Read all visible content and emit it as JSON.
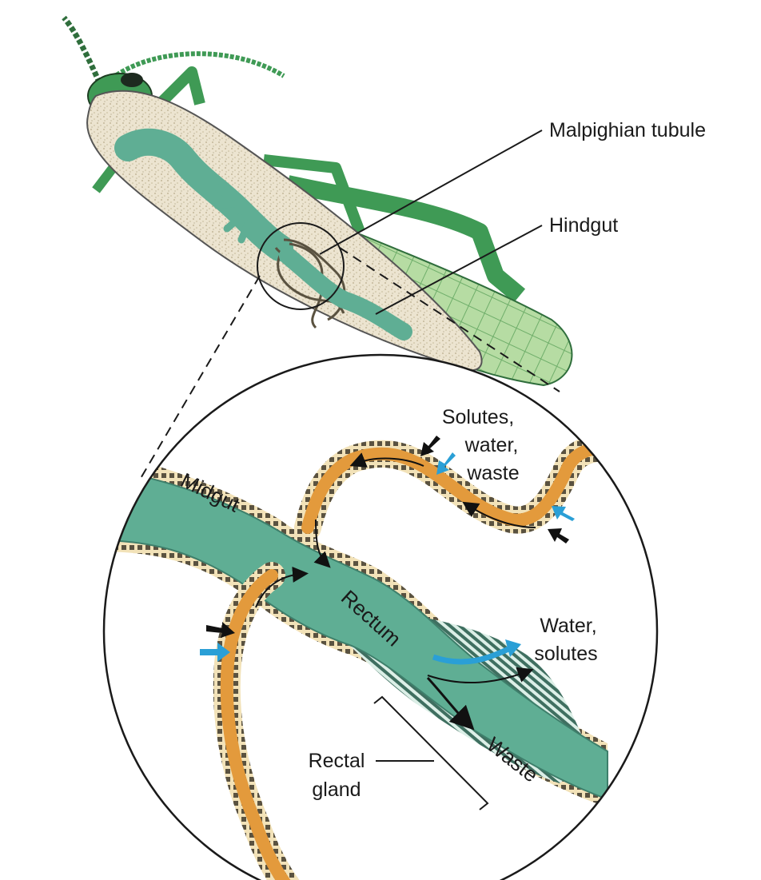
{
  "labels": {
    "malpighian_tubule": "Malpighian tubule",
    "hindgut": "Hindgut",
    "solutes_line1": "Solutes,",
    "solutes_line2": "water,",
    "solutes_line3": "waste",
    "midgut": "Midgut",
    "rectum": "Rectum",
    "water_line1": "Water,",
    "water_line2": "solutes",
    "waste": "Waste",
    "rectal_line1": "Rectal",
    "rectal_line2": "gland"
  },
  "colors": {
    "gut_teal": "#5fae94",
    "gut_teal_light": "#8fd0bb",
    "tubule_orange": "#e39a3c",
    "insect_green": "#3f9a55",
    "wing_green": "#a9d49a",
    "body_fill": "#e8e0cc",
    "arrow_blue": "#2a9fd6",
    "arrow_black": "#111111"
  }
}
